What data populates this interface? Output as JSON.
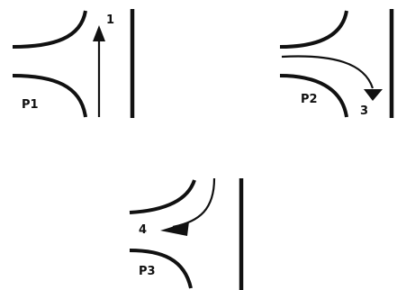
{
  "panels": [
    {
      "position_label": "P1",
      "arrow_label": "1"
    },
    {
      "position_label": "P2",
      "arrow_label": "3"
    },
    {
      "position_label": "P3",
      "arrow_label": "4"
    }
  ],
  "colors": {
    "ink": "#111111",
    "background": "#ffffff"
  }
}
